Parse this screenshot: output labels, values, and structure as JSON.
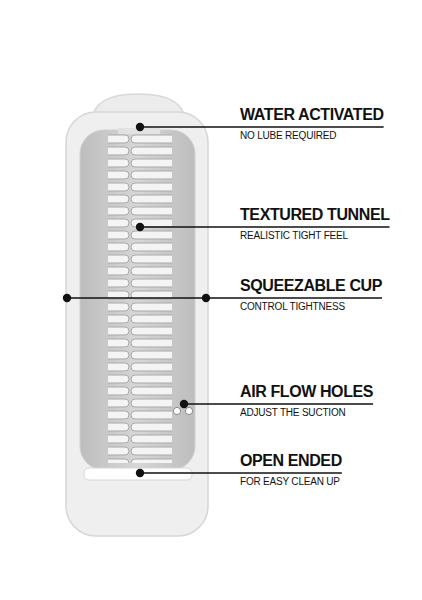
{
  "diagram": {
    "labels": [
      "WATER ACTIVATED",
      "NO LUBE REQUIRED",
      "TEXTURED TUNNEL",
      "REALISTIC TIGHT FEEL",
      "SQUEEZABLE CUP",
      "CONTROL TIGHTNESS",
      "AIR FLOW HOLES",
      "ADJUST THE SUCTION",
      "OPEN ENDED",
      "FOR EASY CLEAN UP"
    ]
  }
}
